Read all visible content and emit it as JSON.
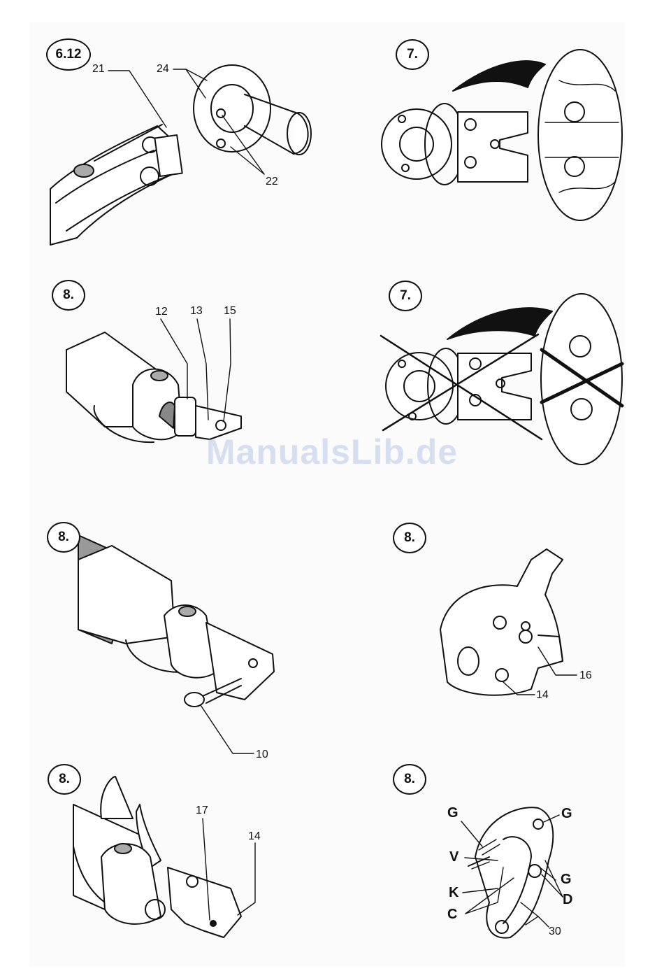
{
  "watermark": "ManualsLib.de",
  "figures": [
    {
      "step": "6.12",
      "callouts": [
        "21",
        "24",
        "22"
      ]
    },
    {
      "step": "7.",
      "callouts": []
    },
    {
      "step": "8.",
      "callouts": [
        "12",
        "13",
        "15"
      ]
    },
    {
      "step": "7.",
      "callouts": []
    },
    {
      "step": "8.",
      "callouts": [
        "10"
      ]
    },
    {
      "step": "8.",
      "callouts": [
        "16",
        "14"
      ]
    },
    {
      "step": "8.",
      "callouts": [
        "17",
        "14"
      ]
    },
    {
      "step": "8.",
      "callouts": [
        "G",
        "G",
        "V",
        "G",
        "K",
        "D",
        "C",
        "30"
      ]
    }
  ]
}
